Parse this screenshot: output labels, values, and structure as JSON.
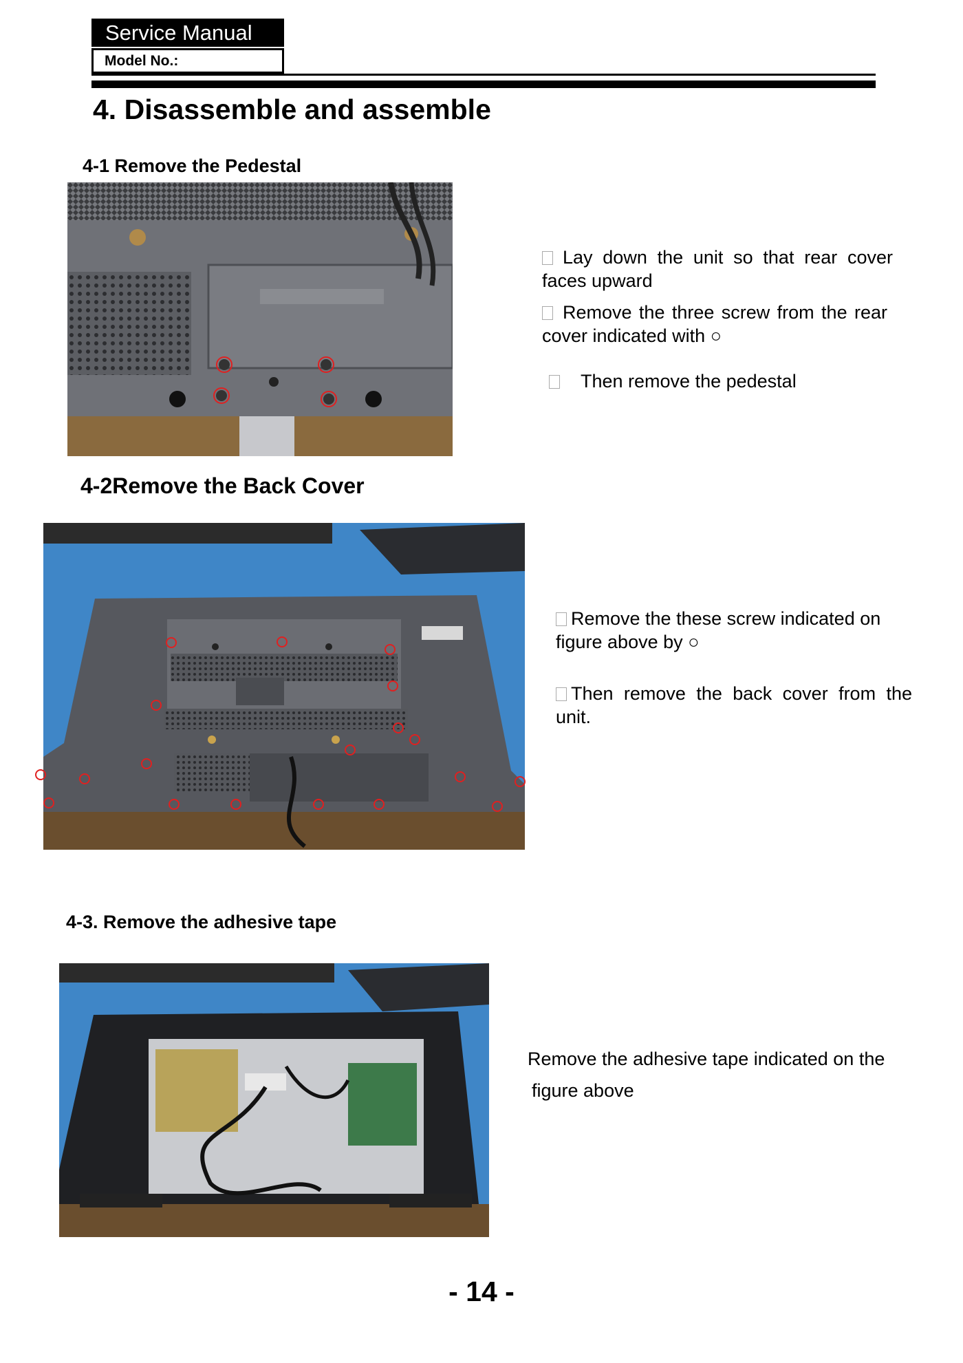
{
  "header": {
    "title": "Service Manual",
    "model_label": "Model No.:"
  },
  "page_title": "4. Disassemble and assemble",
  "sections": [
    {
      "heading": "4-1 Remove the Pedestal",
      "steps": [
        "Lay down the unit so that rear cover faces upward",
        "Remove the three screw from the rear cover indicated with ○",
        "Then remove the pedestal"
      ]
    },
    {
      "heading": "4-2Remove the Back Cover",
      "steps": [
        "Remove the these screw indicated on figure above by ○",
        "Then remove the back cover from the unit."
      ]
    },
    {
      "heading": "4-3. Remove the adhesive tape",
      "text_line1": "Remove the adhesive tape indicated on the",
      "text_line2": "figure above"
    }
  ],
  "page_number": "- 14 -",
  "colors": {
    "marker_red": "#e02020",
    "mat_blue": "#3f86c7",
    "panel_gray": "#6b6d73",
    "wood": "#8a6a3e"
  },
  "icons": [
    "bullet-icon",
    "screw-marker-icon"
  ]
}
